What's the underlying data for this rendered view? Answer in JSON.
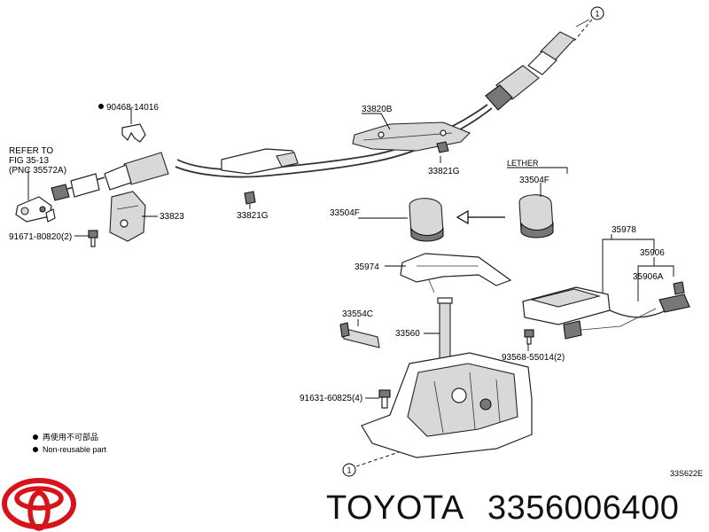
{
  "callouts": {
    "ref_1_top": "1",
    "ref_1_bottom": "1",
    "refer_line1": "REFER TO",
    "refer_line2": "FIG 35-13",
    "refer_line3": "(PNC 35572A)",
    "p_90468": "90468-14016",
    "p_33820B": "33820B",
    "p_33821G_a": "33821G",
    "p_33821G_b": "33821G",
    "p_33823": "33823",
    "p_91671": "91671-80820(2)",
    "lether": "LETHER",
    "p_33504F_a": "33504F",
    "p_33504F_b": "33504F",
    "p_35978": "35978",
    "p_35906": "35906",
    "p_35906A": "35906A",
    "p_35974": "35974",
    "p_33554C": "33554C",
    "p_33560": "33560",
    "p_93568": "93568-55014(2)",
    "p_91631": "91631-60825(4)",
    "drawing_no": "33S622E"
  },
  "legend": {
    "item1": "再使用不可部品",
    "item2": "Non-reusable part"
  },
  "brand": {
    "name": "TOYOTA",
    "part_number": "3356006400",
    "logo_color": "#d7141a"
  }
}
